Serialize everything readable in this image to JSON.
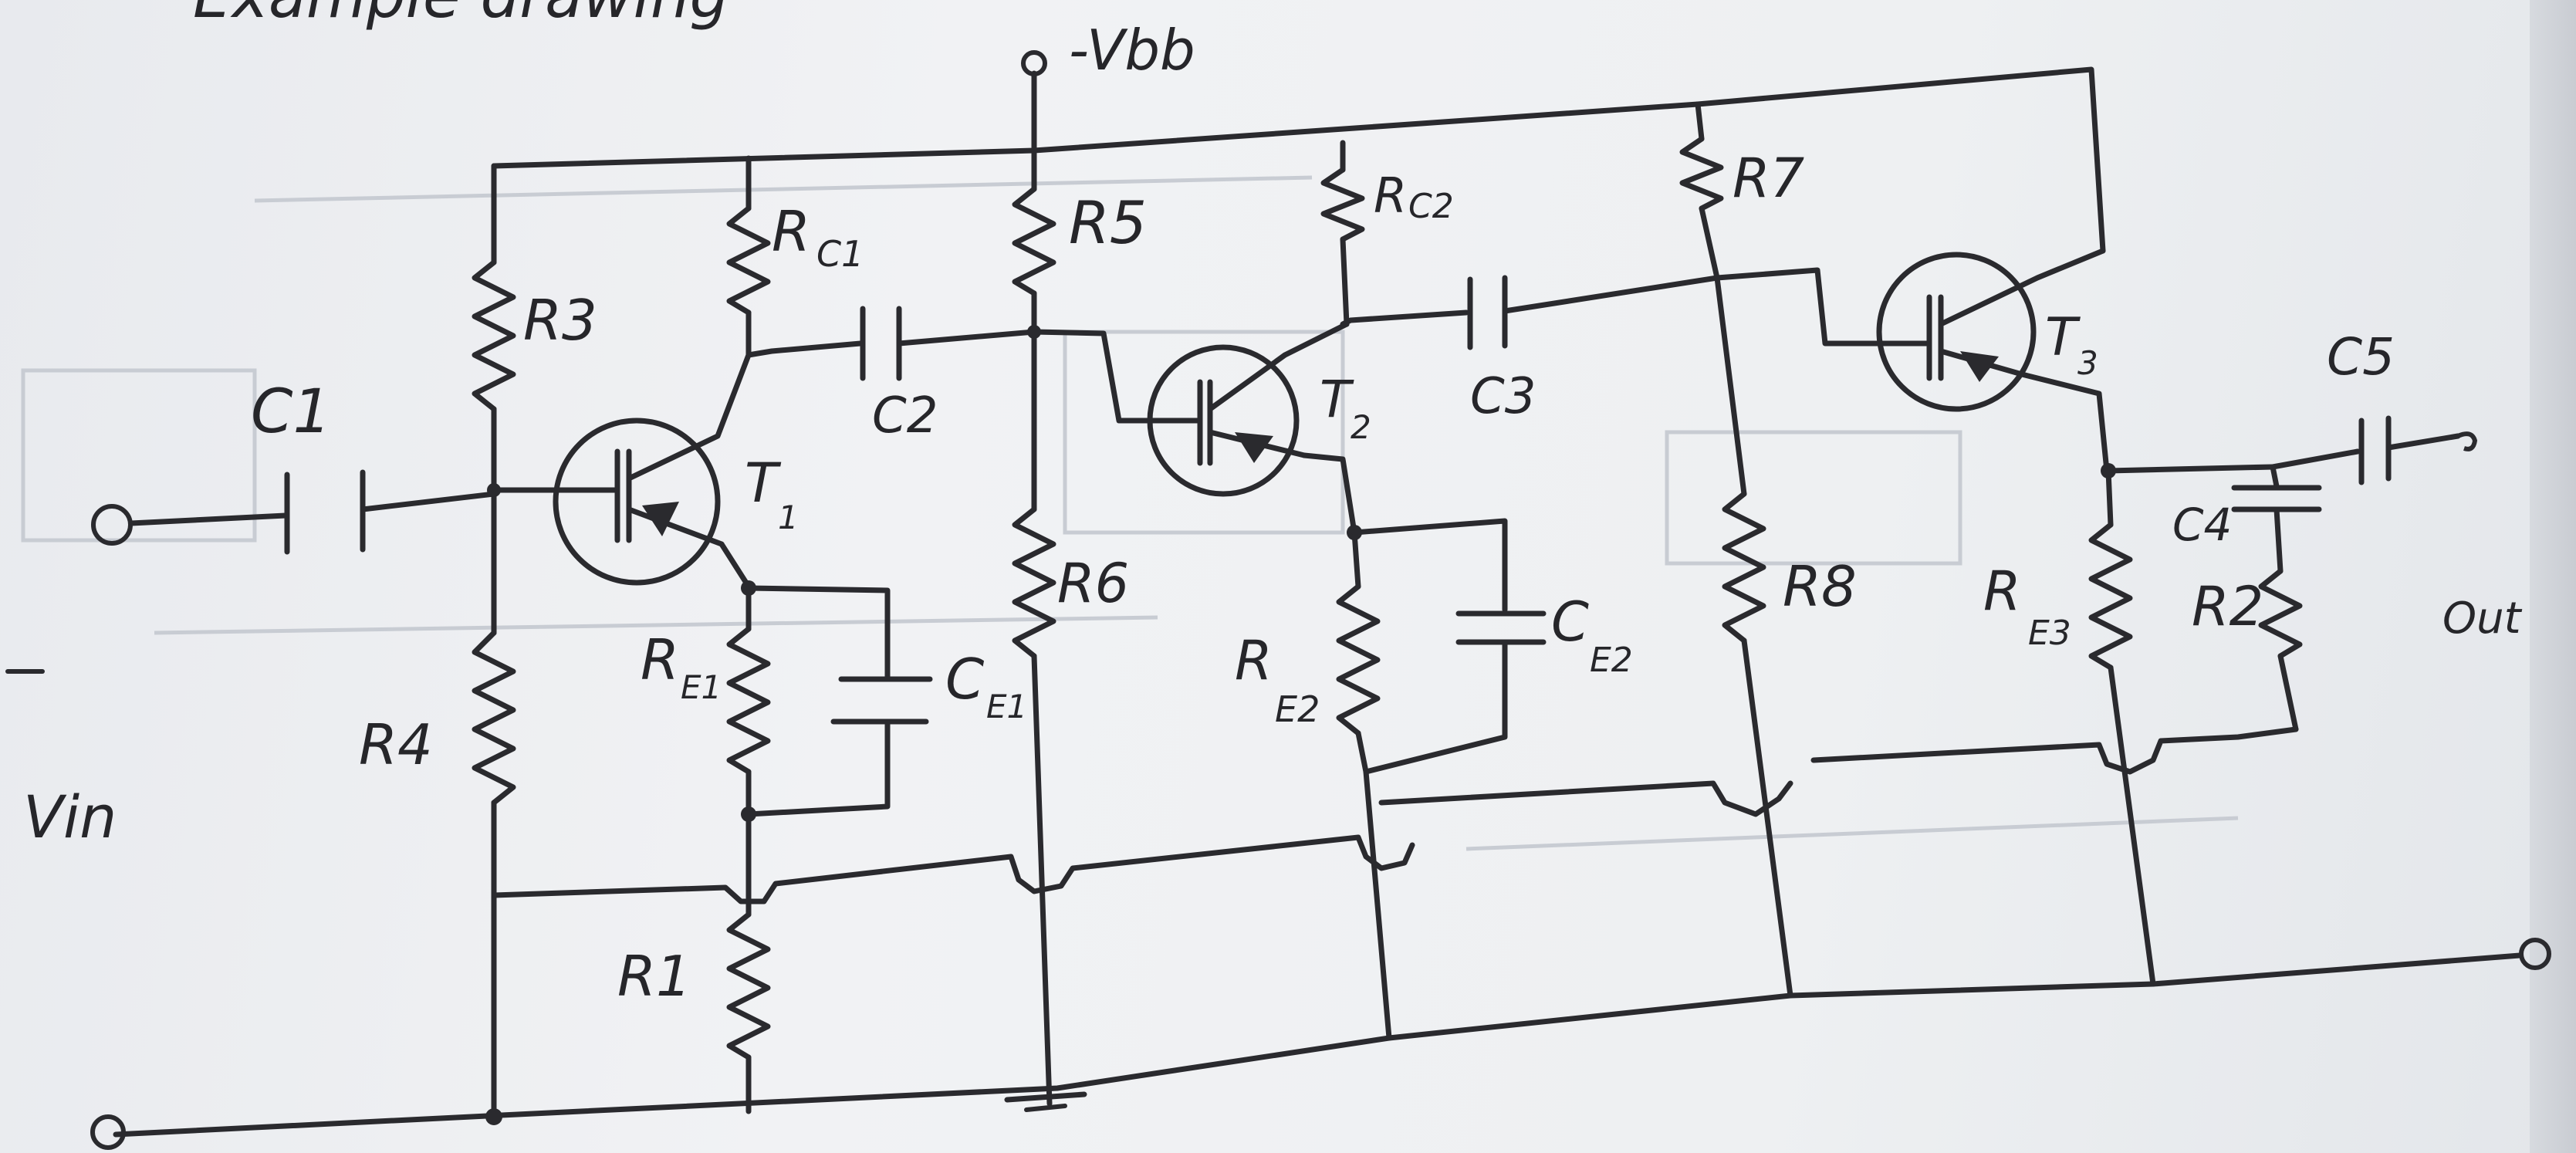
{
  "supply": {
    "label": "-Vbb"
  },
  "header_text": "Example drawing",
  "transistors": [
    {
      "id": "T1",
      "label": "T",
      "sub": "1"
    },
    {
      "id": "T2",
      "label": "T",
      "sub": "2"
    },
    {
      "id": "T3",
      "label": "T",
      "sub": "3"
    }
  ],
  "resistors": [
    {
      "id": "RC1",
      "label": "R",
      "sub": "C1"
    },
    {
      "id": "RC2",
      "label": "R",
      "sub": "C2"
    },
    {
      "id": "R3",
      "label": "R3"
    },
    {
      "id": "R4",
      "label": "R4"
    },
    {
      "id": "R5",
      "label": "R5"
    },
    {
      "id": "R6",
      "label": "R6"
    },
    {
      "id": "R7",
      "label": "R7"
    },
    {
      "id": "R8",
      "label": "R8"
    },
    {
      "id": "R1",
      "label": "R1"
    },
    {
      "id": "R2",
      "label": "R2"
    },
    {
      "id": "RE1",
      "label": "R",
      "sub": "E1"
    },
    {
      "id": "RE2",
      "label": "R",
      "sub": "E2"
    },
    {
      "id": "RE3",
      "label": "R",
      "sub": "E3"
    }
  ],
  "capacitors": [
    {
      "id": "C1",
      "label": "C1"
    },
    {
      "id": "C2",
      "label": "C2"
    },
    {
      "id": "C3",
      "label": "C3"
    },
    {
      "id": "C4",
      "label": "C4"
    },
    {
      "id": "C5",
      "label": "C5"
    },
    {
      "id": "CE1",
      "label": "C",
      "sub": "E1"
    },
    {
      "id": "CE2",
      "label": "C",
      "sub": "E2"
    }
  ],
  "terminals": {
    "input": "Vin",
    "output": "Out"
  }
}
